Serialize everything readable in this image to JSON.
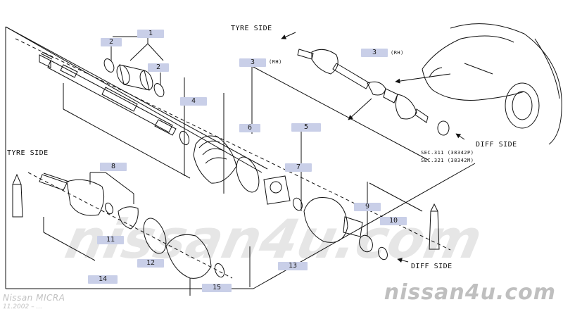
{
  "watermark": "nissan4u.com",
  "footer": {
    "model": "Nissan MICRA",
    "date": "11.2002 – ..."
  },
  "brand": "nissan4u.com",
  "labels": {
    "tyre_side_top": "TYRE SIDE",
    "tyre_side_left": "TYRE SIDE",
    "diff_side_right": "DIFF SIDE",
    "diff_side_bottom": "DIFF SIDE",
    "rh_3": "(RH)",
    "rh_3b": "(RH)",
    "sec_line1": "SEC.311 (38342P)",
    "sec_line2": "SEC.321 (38342M)"
  },
  "callouts": [
    {
      "id": "1",
      "text": "1"
    },
    {
      "id": "2a",
      "text": "2"
    },
    {
      "id": "2b",
      "text": "2"
    },
    {
      "id": "3a",
      "text": "3"
    },
    {
      "id": "3b",
      "text": "3"
    },
    {
      "id": "4",
      "text": "4"
    },
    {
      "id": "5",
      "text": "5"
    },
    {
      "id": "6",
      "text": "6"
    },
    {
      "id": "7",
      "text": "7"
    },
    {
      "id": "8",
      "text": "8"
    },
    {
      "id": "9",
      "text": "9"
    },
    {
      "id": "10",
      "text": "10"
    },
    {
      "id": "11",
      "text": "11"
    },
    {
      "id": "12",
      "text": "12"
    },
    {
      "id": "13",
      "text": "13"
    },
    {
      "id": "14",
      "text": "14"
    },
    {
      "id": "15",
      "text": "15"
    }
  ]
}
